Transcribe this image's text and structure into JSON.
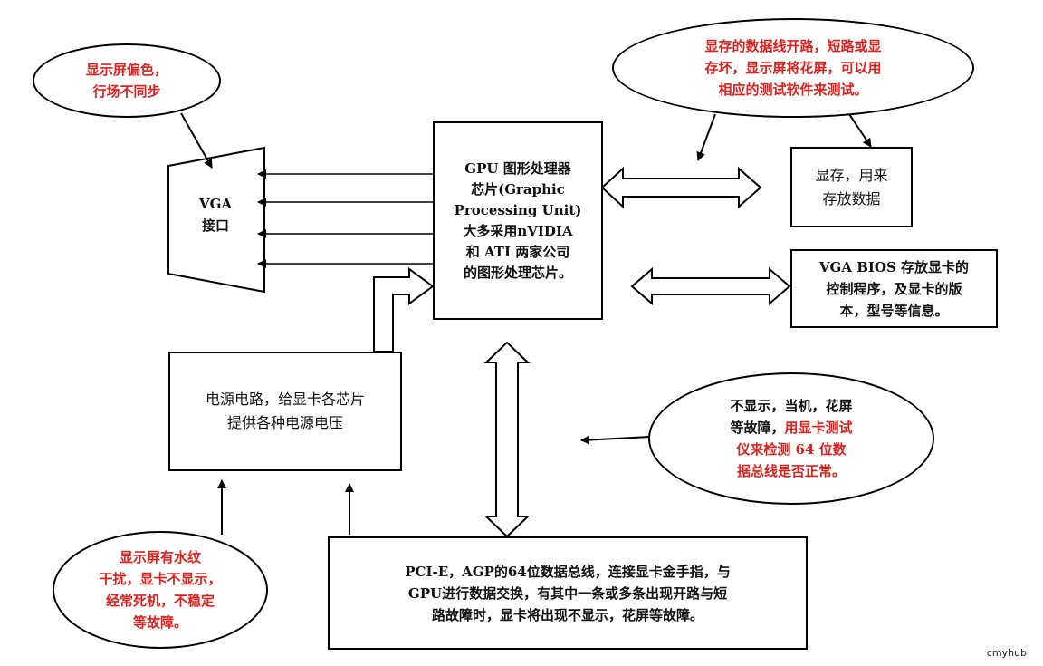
{
  "nodes": {
    "vga": "VGA\n接口",
    "gpu": "GPU 图形处理器\n芯片(Graphic\nProcessing Unit)\n大多采用nVIDIA\n和 ATI 两家公司\n的图形处理芯片。",
    "vram": "显存，用来\n存放数据",
    "bios": "VGA BIOS 存放显卡的\n控制程序，及显卡的版\n本，型号等信息。",
    "power": "电源电路，给显卡各芯片\n提供各种电源电压",
    "bus": "PCI-E，AGP的64位数据总线，连接显卡金手指，与\nGPU进行数据交换，有其中一条或多条出现开路与短\n路故障时，显卡将出现不显示，花屏等故障。"
  },
  "notes": {
    "vga_fault": "显示屏偏色，\n行场不同步",
    "vram_fault": "显存的数据线开路，短路或显\n存坏，显示屏将花屏，可以用\n相应的测试软件来测试。",
    "bus_fault_black": "不显示，当机，花屏\n等故障，",
    "bus_fault_red_1": "用显卡测试",
    "bus_fault_red_2": "仪来检测 64 位数\n据总线是否正常。",
    "power_fault": "显示屏有水纹\n干扰，显卡不显示，\n经常死机，不稳定\n等故障。"
  },
  "watermark": "cmyhub",
  "colors": {
    "note_text": "#e0201c",
    "line": "#000000"
  }
}
